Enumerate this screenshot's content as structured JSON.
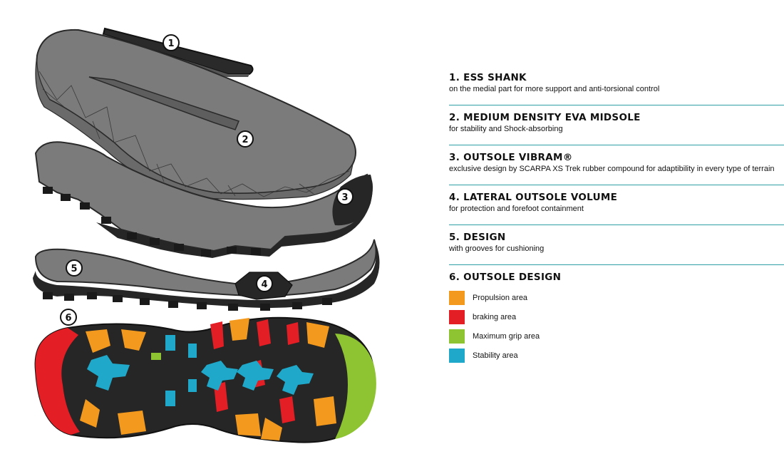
{
  "callouts": [
    "1",
    "2",
    "3",
    "4",
    "5",
    "6"
  ],
  "features": [
    {
      "title": "1. ESS SHANK",
      "description": "on the medial part for more support and anti-torsional control"
    },
    {
      "title": "2. MEDIUM DENSITY EVA MIDSOLE",
      "description": "for stability and Shock-absorbing"
    },
    {
      "title": "3. OUTSOLE VIBRAM®",
      "description": "exclusive design by SCARPA XS Trek rubber compound for adaptibility in every type of terrain"
    },
    {
      "title": "4. LATERAL OUTSOLE VOLUME",
      "description": "for protection and forefoot containment"
    },
    {
      "title": "5. DESIGN",
      "description": "with grooves for cushioning"
    }
  ],
  "outsole_design": {
    "title": "6. OUTSOLE DESIGN",
    "areas": [
      {
        "label": "Propulsion area",
        "color": "#f39a1e"
      },
      {
        "label": "braking area",
        "color": "#e31e24"
      },
      {
        "label": "Maximum grip area",
        "color": "#8ec431"
      },
      {
        "label": "Stability area",
        "color": "#1fa8c9"
      }
    ]
  },
  "colors": {
    "accent_line": "#2f9fa6",
    "sole_gray": "#7b7b7b",
    "sole_dark": "#262626"
  }
}
